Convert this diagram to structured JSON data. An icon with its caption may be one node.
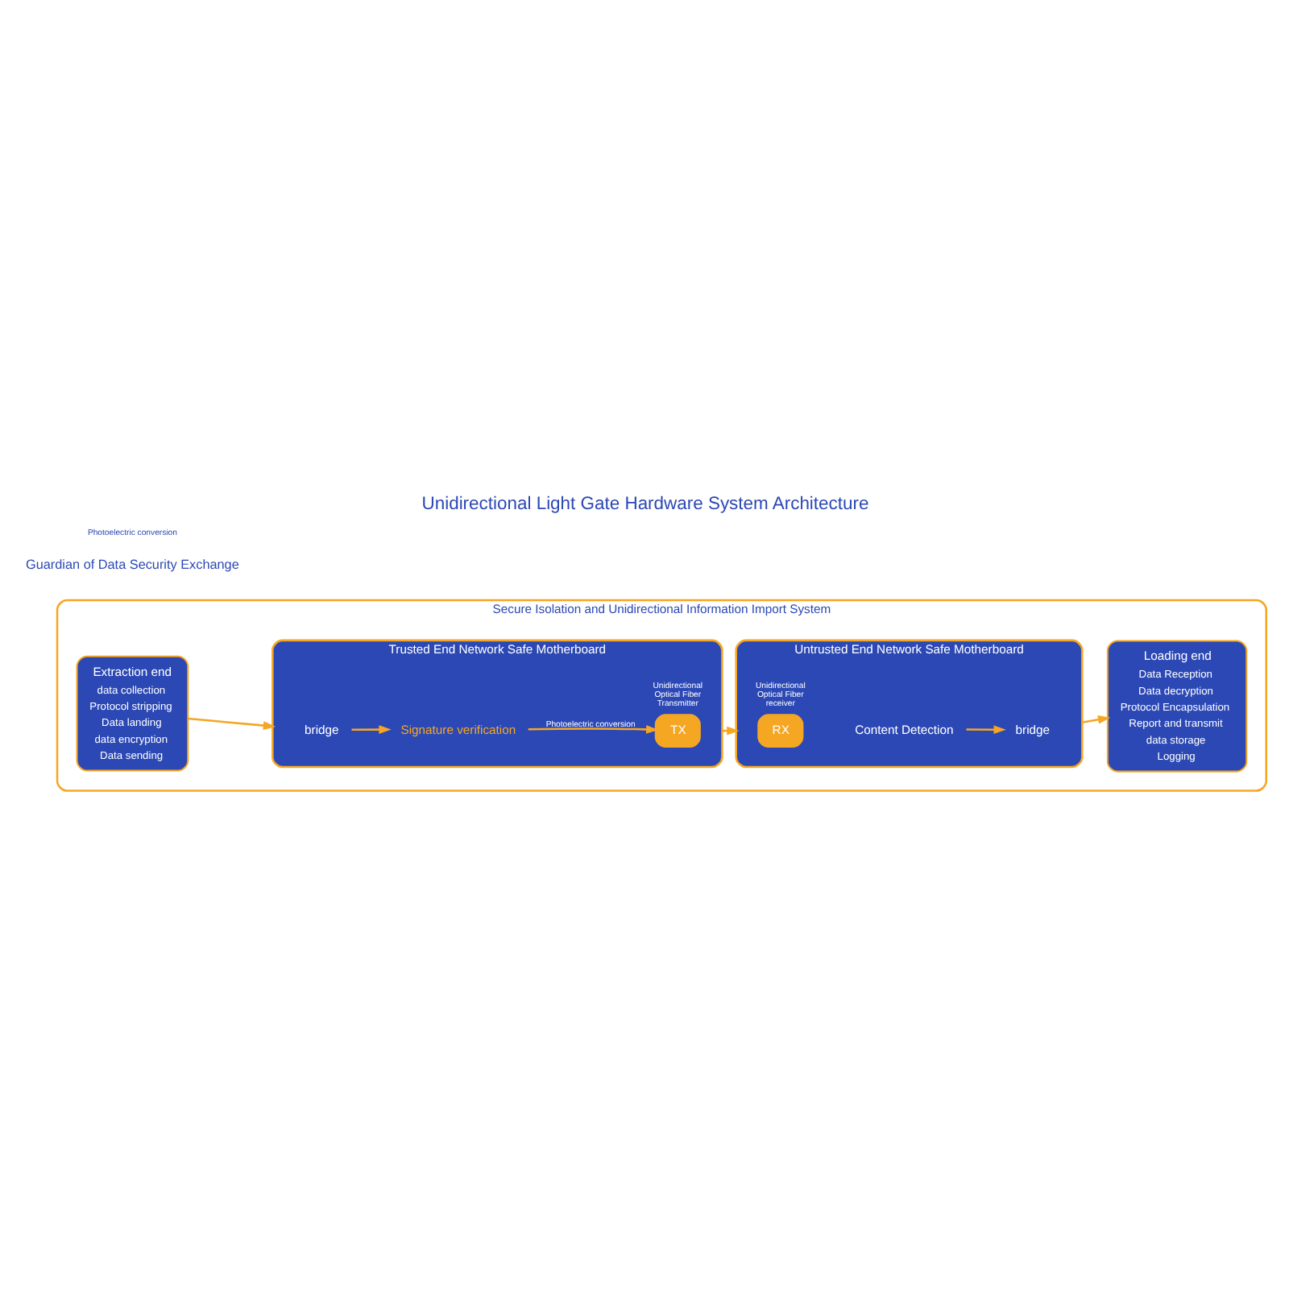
{
  "diagram": {
    "title": "Unidirectional Light Gate Hardware System Architecture",
    "nodes": [
      {
        "text": [
          "Secure Isolation and Unidirectional Information Import System"
        ]
      },
      {
        "text": [
          "Extraction end",
          "data collection",
          "Protocol stripping",
          "Data landing",
          "data encryption",
          "Data sending"
        ],
        "in": 0
      },
      {
        "text": [
          "Trusted End Network Safe Motherboard"
        ],
        "in": 0
      },
      {
        "text": [
          "bridge"
        ],
        "in": 2
      },
      {
        "text": [
          "Signature verification"
        ],
        "in": 2
      },
      {
        "text": [
          "TX"
        ],
        "in": 2,
        "beside": [
          "Unidirectional Optical Fiber Transmitter"
        ]
      },
      {
        "text": [
          "Untrusted End Network Safe Motherboard"
        ],
        "in": 0
      },
      {
        "text": [
          "RX"
        ],
        "in": 6,
        "beside": [
          "Unidirectional Optical Fiber receiver"
        ]
      },
      {
        "text": [
          "Content Detection"
        ],
        "in": 6
      },
      {
        "text": [
          "bridge"
        ],
        "in": 6
      },
      {
        "text": [
          "Loading end",
          "Data Reception",
          "Data decryption",
          "Protocol Encapsulation",
          "Report and transmit",
          "data storage",
          "Logging"
        ],
        "in": 0
      }
    ],
    "edges": [
      {
        "from": 1,
        "to": 2,
        "arrow": "to"
      },
      {
        "from": 2,
        "to": 6,
        "arrow": "to"
      },
      {
        "from": 6,
        "to": 10,
        "arrow": "to"
      },
      {
        "from": 3,
        "to": 4,
        "arrow": "to"
      },
      {
        "from": 4,
        "to": 5,
        "arrow": "to",
        "label": "Photoelectric conversion"
      },
      {
        "from": 8,
        "to": 9,
        "arrow": "to"
      }
    ],
    "labels": [
      "Guardian of Data Security Exchange",
      "Photoelectric conversion"
    ]
  }
}
